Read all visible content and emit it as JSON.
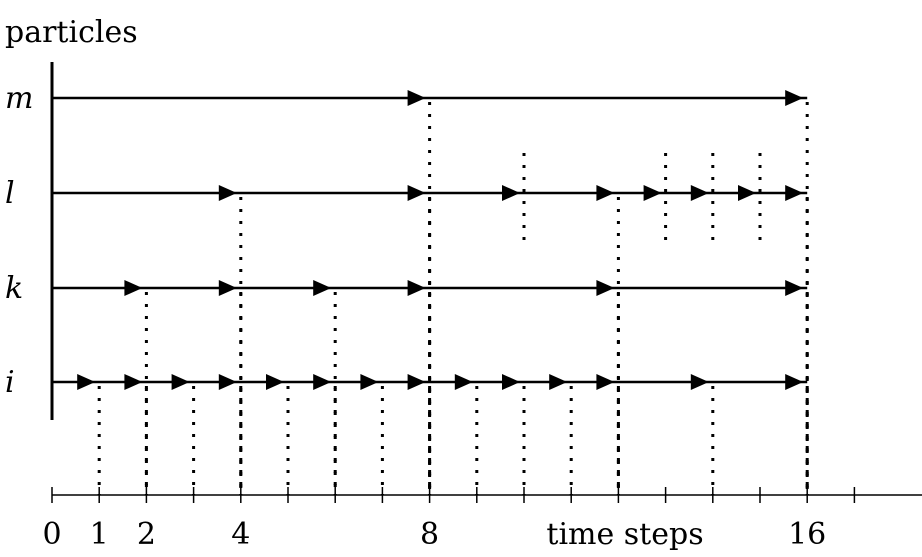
{
  "diagram": {
    "y_axis_title": "particles",
    "x_axis_title": "time steps",
    "x_range": [
      0,
      19
    ],
    "x_tick_values": [
      0,
      1,
      2,
      3,
      4,
      5,
      6,
      7,
      8,
      9,
      10,
      11,
      12,
      13,
      14,
      15,
      16,
      17
    ],
    "x_tick_labels": [
      {
        "value": 0,
        "text": "0"
      },
      {
        "value": 1,
        "text": "1"
      },
      {
        "value": 2,
        "text": "2"
      },
      {
        "value": 4,
        "text": "4"
      },
      {
        "value": 8,
        "text": "8"
      },
      {
        "value": 16,
        "text": "16"
      }
    ],
    "particles": [
      {
        "name": "m",
        "steps": [
          8,
          16
        ]
      },
      {
        "name": "l",
        "steps": [
          4,
          8,
          10,
          12,
          13,
          14,
          15,
          16
        ],
        "substeps": [
          10,
          13,
          14,
          15
        ]
      },
      {
        "name": "k",
        "steps": [
          2,
          4,
          6,
          8,
          12,
          16
        ]
      },
      {
        "name": "i",
        "steps": [
          1,
          2,
          3,
          4,
          5,
          6,
          7,
          8,
          9,
          10,
          11,
          12,
          14,
          16
        ]
      }
    ],
    "timeline_start": 0,
    "timeline_end": 16
  }
}
